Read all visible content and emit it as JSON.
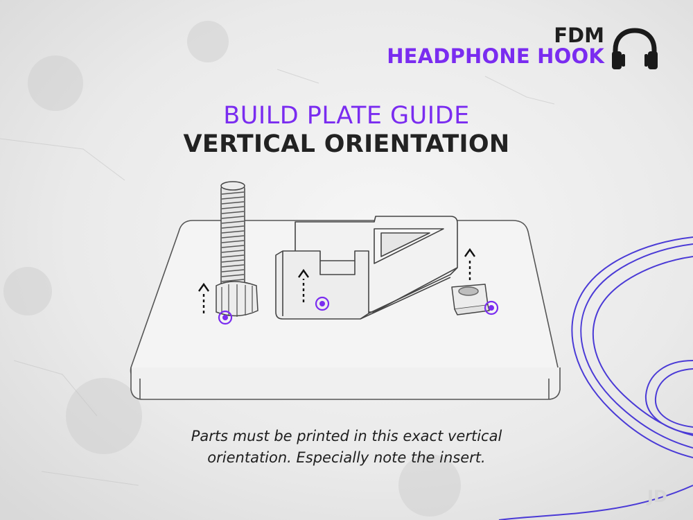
{
  "brand": {
    "line1": "FDM",
    "line2": "HEADPHONE HOOK",
    "icon": "headphones-icon"
  },
  "heading": {
    "title": "BUILD PLATE GUIDE",
    "subtitle": "VERTICAL ORIENTATION"
  },
  "caption": {
    "line1": "Parts must be printed in this exact vertical",
    "line2": "orientation. Especially note the insert."
  },
  "watermark": "JD",
  "colors": {
    "accent": "#7a2cf0",
    "dark": "#222222",
    "line": "#555555",
    "swirl": "#4a3ad6"
  }
}
